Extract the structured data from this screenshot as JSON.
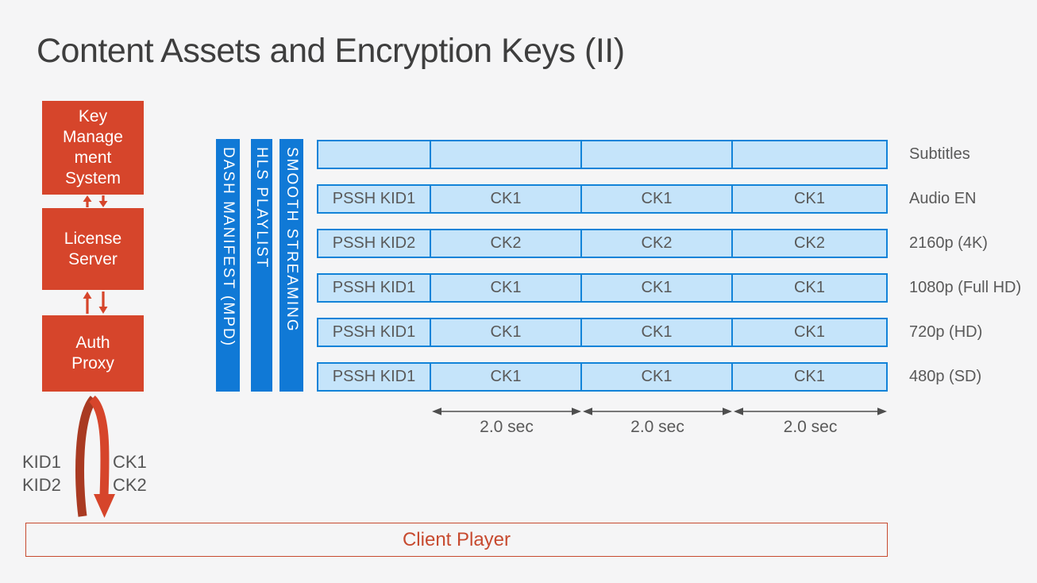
{
  "slide": {
    "title": "Content Assets and Encryption Keys (II)",
    "background_color": "#F5F5F6"
  },
  "colors": {
    "accent_red": "#D6452B",
    "accent_red_dark": "#A93A22",
    "pipe_blue": "#1079D6",
    "cell_fill": "#C5E4FA",
    "cell_border": "#1283D8",
    "text_gray": "#595959",
    "title_gray": "#3E3E3E",
    "client_red": "#C74A2F"
  },
  "drm_chain": {
    "nodes": [
      {
        "id": "key-management-system",
        "label": "Key\nManage\nment\nSystem"
      },
      {
        "id": "license-server",
        "label": "License\nServer"
      },
      {
        "id": "auth-proxy",
        "label": "Auth\nProxy"
      }
    ]
  },
  "pipes": [
    {
      "label": "DASH MANIFEST (MPD)"
    },
    {
      "label": "HLS PLAYLIST"
    },
    {
      "label": "SMOOTH STREAMING"
    }
  ],
  "tracks": {
    "rows": [
      {
        "label": "Subtitles",
        "cells": [
          "",
          "",
          "",
          ""
        ]
      },
      {
        "label": "Audio EN",
        "cells": [
          "PSSH KID1",
          "CK1",
          "CK1",
          "CK1"
        ]
      },
      {
        "label": "2160p (4K)",
        "cells": [
          "PSSH KID2",
          "CK2",
          "CK2",
          "CK2"
        ]
      },
      {
        "label": "1080p (Full HD)",
        "cells": [
          "PSSH KID1",
          "CK1",
          "CK1",
          "CK1"
        ]
      },
      {
        "label": "720p (HD)",
        "cells": [
          "PSSH KID1",
          "CK1",
          "CK1",
          "CK1"
        ]
      },
      {
        "label": "480p (SD)",
        "cells": [
          "PSSH KID1",
          "CK1",
          "CK1",
          "CK1"
        ]
      }
    ]
  },
  "timeline": {
    "segments": [
      {
        "label": "2.0 sec"
      },
      {
        "label": "2.0 sec"
      },
      {
        "label": "2.0 sec"
      }
    ]
  },
  "key_exchange": {
    "kids": "KID1\nKID2",
    "content_keys": "CK1\nCK2"
  },
  "client_player": {
    "label": "Client Player"
  }
}
